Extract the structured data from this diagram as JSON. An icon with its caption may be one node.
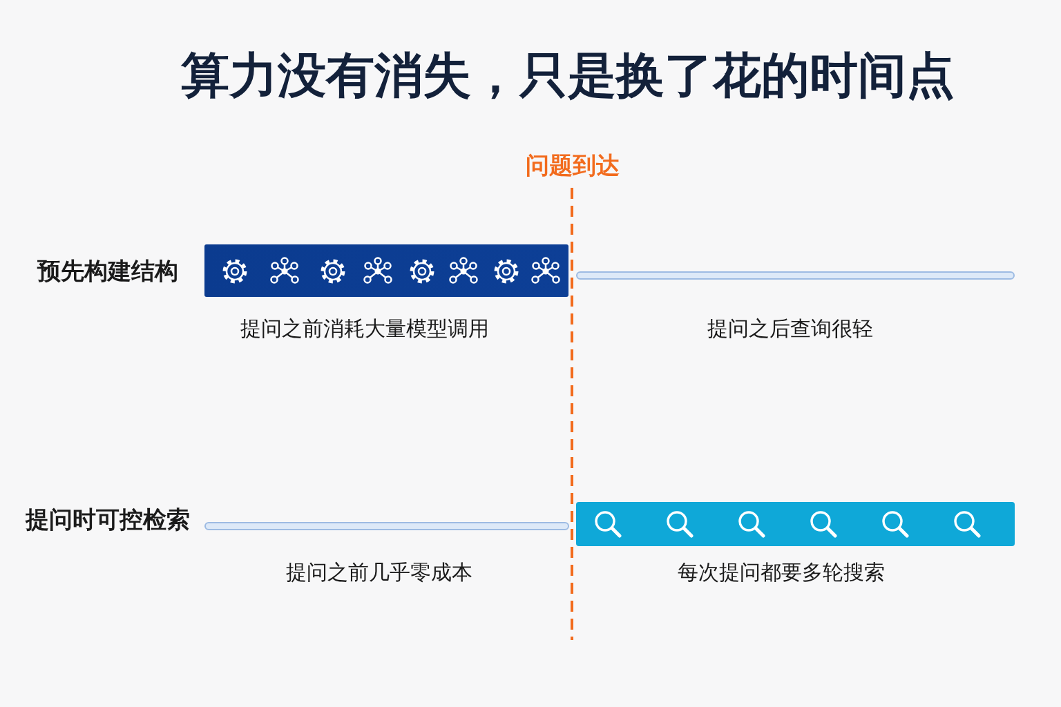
{
  "diagram": {
    "title": "算力没有消失，只是换了花的时间点",
    "labels": [
      "问题到达",
      "预先构建结构",
      "提问之前消耗大量模型调用",
      "提问之后查询很轻",
      "提问时可控检索",
      "提问之前几乎零成本",
      "每次提问都要多轮搜索"
    ]
  }
}
